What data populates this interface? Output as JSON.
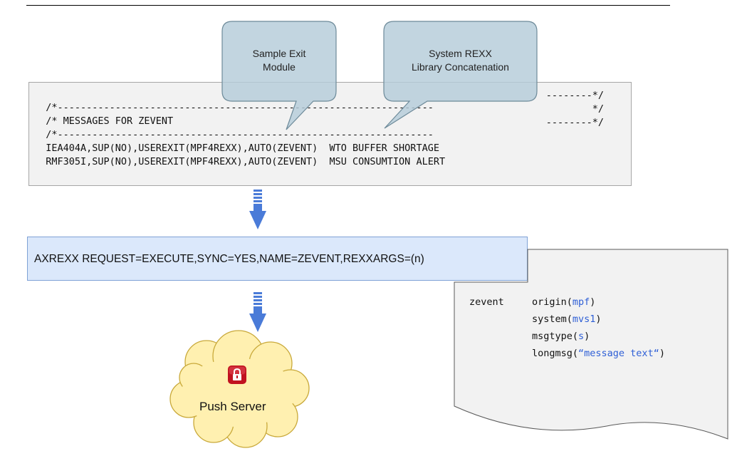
{
  "mpf_list": {
    "lines": [
      {
        "left": "/*-----------------------------------------------------------------",
        "right": "--------*/"
      },
      {
        "left": "/* MESSAGES FOR ZEVENT",
        "right": "*/"
      },
      {
        "left": "/*-----------------------------------------------------------------",
        "right": "--------*/"
      },
      {
        "left": "IEA404A,SUP(NO),USEREXIT(MPF4REXX),AUTO(ZEVENT)  WTO BUFFER SHORTAGE",
        "right": ""
      },
      {
        "left": "RMF305I,SUP(NO),USEREXIT(MPF4REXX),AUTO(ZEVENT)  MSU CONSUMTION ALERT",
        "right": ""
      }
    ]
  },
  "callouts": {
    "exit": {
      "line1": "Sample Exit",
      "line2": "Module"
    },
    "library": {
      "line1": "System REXX",
      "line2": "Library Concatenation"
    }
  },
  "axrexx": {
    "command": "AXREXX REQUEST=EXECUTE,SYNC=YES,NAME=ZEVENT,REXXARGS=(n)"
  },
  "zevent_doc": {
    "command": "zevent",
    "args": [
      {
        "key": "origin(",
        "value": "mpf",
        "close": ")"
      },
      {
        "key": "system(",
        "value": "mvs1",
        "close": ")"
      },
      {
        "key": "msgtype(",
        "value": "s",
        "close": ")"
      },
      {
        "key": "longmsg(",
        "value": "“message text“",
        "close": ")"
      }
    ]
  },
  "push_server": {
    "label": "Push Server",
    "icon": "lock-icon"
  },
  "colors": {
    "callout_fill": "#b4ccd9",
    "callout_stroke": "#6d8a99",
    "arrow_fill": "#4a7bd8",
    "axrexx_fill": "#dbe8fb",
    "cloud_fill": "#fff0b0",
    "lock_red": "#c1121f",
    "arg_blue": "#2e5fd6"
  }
}
